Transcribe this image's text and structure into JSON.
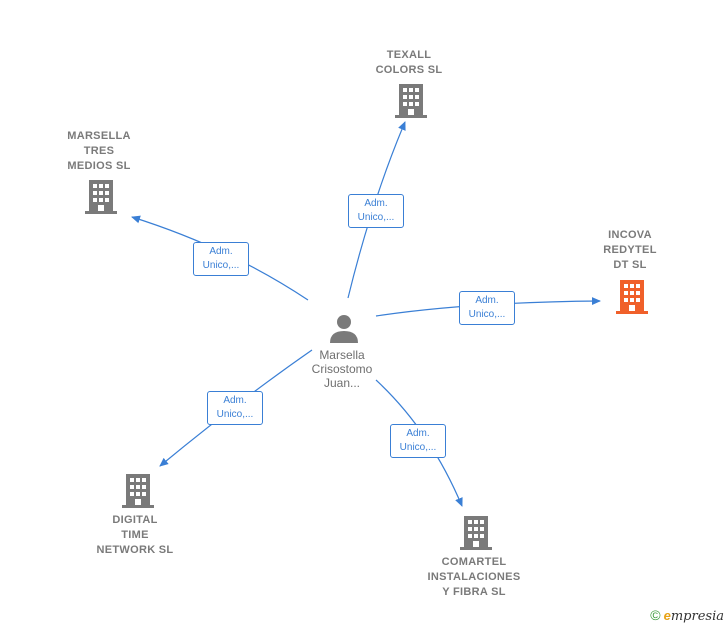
{
  "center": {
    "name_lines": [
      "Marsella",
      "Crisostomo",
      "Juan..."
    ],
    "icon": "person-icon"
  },
  "companies": [
    {
      "id": "texall",
      "lines": [
        "TEXALL",
        "COLORS  SL"
      ],
      "icon": "building-icon",
      "color": "#7a7a7a"
    },
    {
      "id": "marsella-tres",
      "lines": [
        "MARSELLA",
        "TRES",
        "MEDIOS  SL"
      ],
      "icon": "building-icon",
      "color": "#7a7a7a"
    },
    {
      "id": "incova",
      "lines": [
        "INCOVA",
        "REDYTEL",
        "DT  SL"
      ],
      "icon": "building-icon",
      "color": "#f0602a",
      "highlighted": true
    },
    {
      "id": "digital-time",
      "lines": [
        "DIGITAL",
        "TIME",
        "NETWORK  SL"
      ],
      "icon": "building-icon",
      "color": "#7a7a7a"
    },
    {
      "id": "comartel",
      "lines": [
        "COMARTEL",
        "INSTALACIONES",
        "Y FIBRA SL"
      ],
      "icon": "building-icon",
      "color": "#7a7a7a"
    }
  ],
  "relations": [
    {
      "to": "texall",
      "lines": [
        "Adm.",
        "Unico,..."
      ]
    },
    {
      "to": "marsella-tres",
      "lines": [
        "Adm.",
        "Unico,..."
      ]
    },
    {
      "to": "incova",
      "lines": [
        "Adm.",
        "Unico,..."
      ]
    },
    {
      "to": "digital-time",
      "lines": [
        "Adm.",
        "Unico,..."
      ]
    },
    {
      "to": "comartel",
      "lines": [
        "Adm.",
        "Unico,..."
      ]
    }
  ],
  "colors": {
    "edge": "#3a7fd5",
    "node_gray": "#7a7a7a",
    "highlight": "#f0602a"
  },
  "footer": {
    "copyright": "©",
    "brand_initial": "e",
    "brand_rest": "mpresia"
  }
}
